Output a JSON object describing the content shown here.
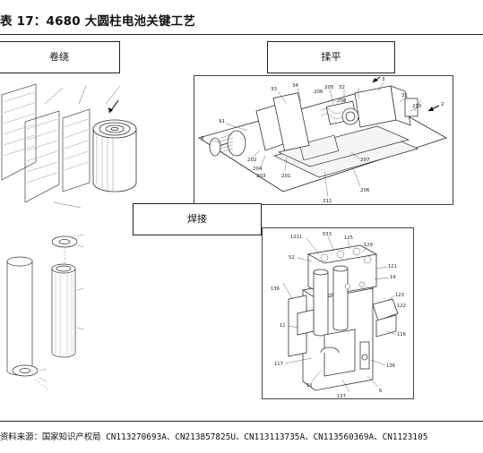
{
  "title": "表 17：4680 大圆柱电池关键工艺",
  "labels": {
    "winding": "卷绕",
    "flattening": "揉平",
    "welding": "焊接"
  },
  "source": "资料来源：国家知识产权局 CN113270693A、CN213857825U、CN113113735A、CN113560369A、CN1123105",
  "callouts": {
    "flatten": [
      "3",
      "2",
      "33",
      "34",
      "206",
      "205",
      "32",
      "31",
      "210",
      "91",
      "9",
      "202",
      "204",
      "208",
      "203",
      "201",
      "207",
      "211",
      "206"
    ],
    "weld": [
      "1211",
      "533",
      "125",
      "129",
      "52",
      "121",
      "14",
      "136",
      "123",
      "122",
      "11",
      "116",
      "117",
      "15",
      "136",
      "6",
      "137"
    ]
  }
}
